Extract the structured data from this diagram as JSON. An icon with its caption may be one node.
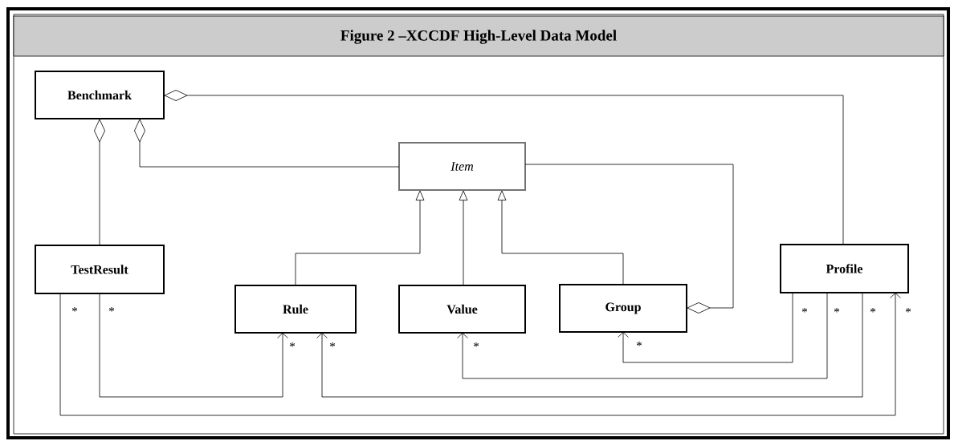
{
  "diagram": {
    "title": "Figure 2 –XCCDF High-Level Data Model",
    "nodes": [
      {
        "text": [
          "Benchmark"
        ]
      },
      {
        "text": [
          "Item"
        ]
      },
      {
        "text": [
          "TestResult"
        ]
      },
      {
        "text": [
          "Rule"
        ]
      },
      {
        "text": [
          "Value"
        ]
      },
      {
        "text": [
          "Group"
        ]
      },
      {
        "text": [
          "Profile"
        ]
      }
    ],
    "edges": [
      {
        "from": 0,
        "to": 6,
        "arrow": "other"
      },
      {
        "from": 0,
        "to": 2,
        "arrow": "other"
      },
      {
        "from": 0,
        "to": 1,
        "arrow": "other"
      },
      {
        "from": 3,
        "to": 1,
        "arrow": "to"
      },
      {
        "from": 4,
        "to": 1,
        "arrow": "to"
      },
      {
        "from": 5,
        "to": 1,
        "arrow": "to"
      },
      {
        "from": 5,
        "to": 1,
        "arrow": "other"
      },
      {
        "from": 2,
        "to": 3,
        "arrow": "to",
        "label": "*"
      },
      {
        "from": 2,
        "to": 6,
        "arrow": "to",
        "label": "*"
      },
      {
        "from": 6,
        "to": 5,
        "arrow": "to",
        "label": "*"
      },
      {
        "from": 6,
        "to": 4,
        "arrow": "to",
        "label": "*"
      },
      {
        "from": 6,
        "to": 3,
        "arrow": "to",
        "label": "*"
      }
    ],
    "labels": [
      "*",
      "*",
      "*",
      "*",
      "*"
    ]
  }
}
